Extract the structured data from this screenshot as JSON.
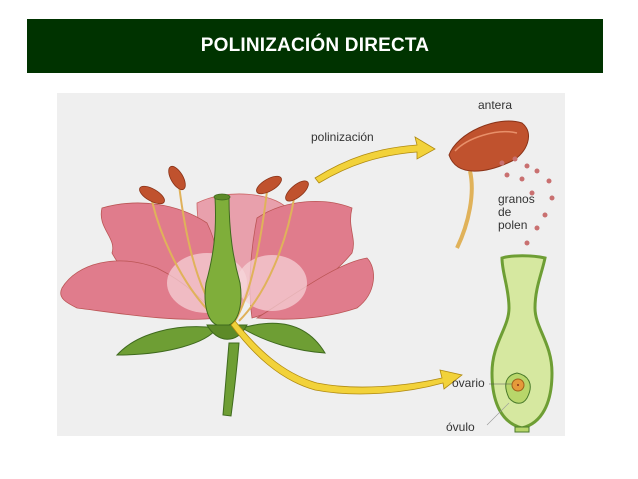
{
  "slide": {
    "title": "POLINIZACIÓN DIRECTA",
    "title_bar_color": "#003300",
    "title_text_color": "#ffffff"
  },
  "figure": {
    "background_color": "#efefef",
    "labels": {
      "pollination": "polinización",
      "anther": "antera",
      "pollen_line1": "granos",
      "pollen_line2": "de",
      "pollen_line3": "polen",
      "ovary": "ovario",
      "ovule": "óvulo"
    },
    "colors": {
      "petal": "#e07c8c",
      "petal_light": "#f6d6da",
      "green": "#7fae3a",
      "dark_green": "#4a7a2a",
      "anther": "#c0522e",
      "arrow": "#f2d23a",
      "filament": "#e0b25a",
      "pistil_light": "#d6e8a0"
    }
  }
}
